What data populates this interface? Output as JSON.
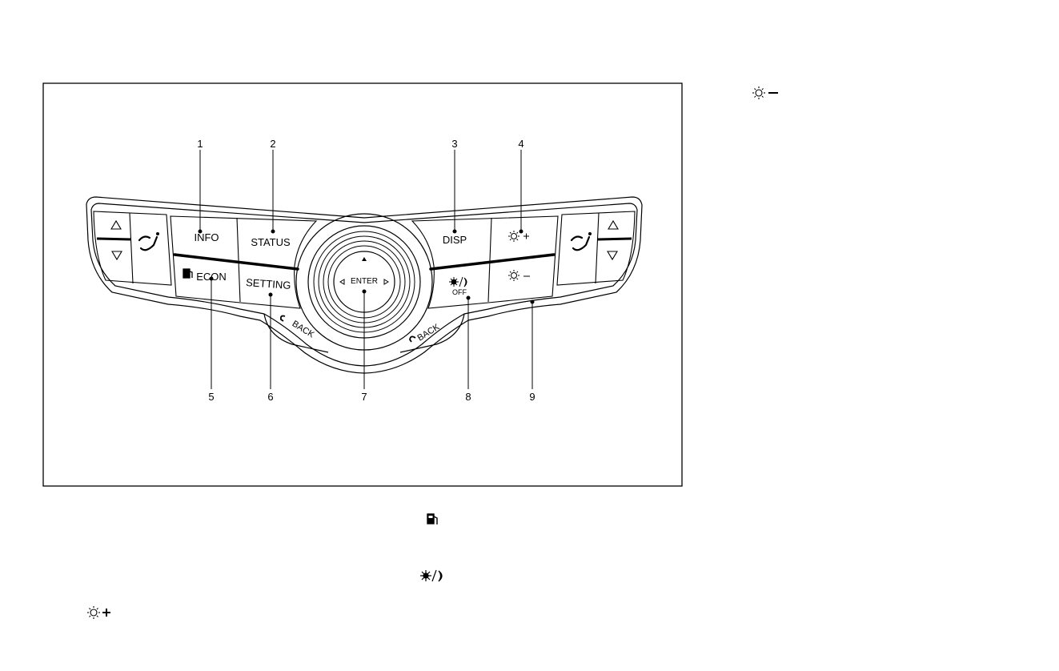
{
  "callouts": [
    "1",
    "2",
    "3",
    "4",
    "5",
    "6",
    "7",
    "8",
    "9"
  ],
  "buttons": {
    "info": "INFO",
    "status": "STATUS",
    "disp": "DISP",
    "econ": "ECON",
    "setting": "SETTING",
    "enter": "ENTER",
    "back_left": "BACK",
    "back_right": "BACK",
    "off": "OFF"
  },
  "icons": {
    "brightness_up": "sun-plus-icon",
    "brightness_down": "sun-minus-icon",
    "fuel": "fuel-pump-icon",
    "day_night": "sun-moon-icon",
    "airflow": "airflow-icon",
    "arrow_up": "triangle-up-icon",
    "arrow_down": "triangle-down-icon",
    "back": "back-arrow-icon"
  }
}
